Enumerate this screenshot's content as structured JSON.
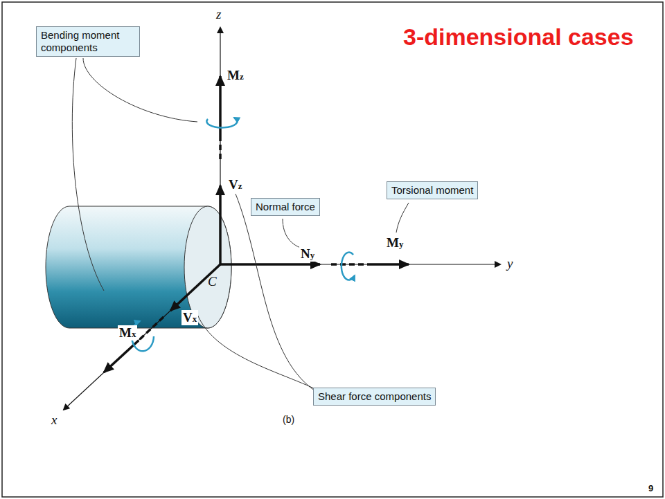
{
  "diagram": {
    "title": "3-dimensional cases",
    "nodes": [
      {
        "text": [
          "Bending moment components"
        ]
      },
      {
        "text": [
          "Normal force"
        ]
      },
      {
        "text": [
          "Torsional moment"
        ]
      },
      {
        "text": [
          "Shear force components"
        ]
      }
    ],
    "labels": [
      "z",
      "Mz",
      "Vz",
      "Ny",
      "My",
      "y",
      "C",
      "Vx",
      "Mx",
      "x",
      "(b)",
      "9"
    ]
  }
}
